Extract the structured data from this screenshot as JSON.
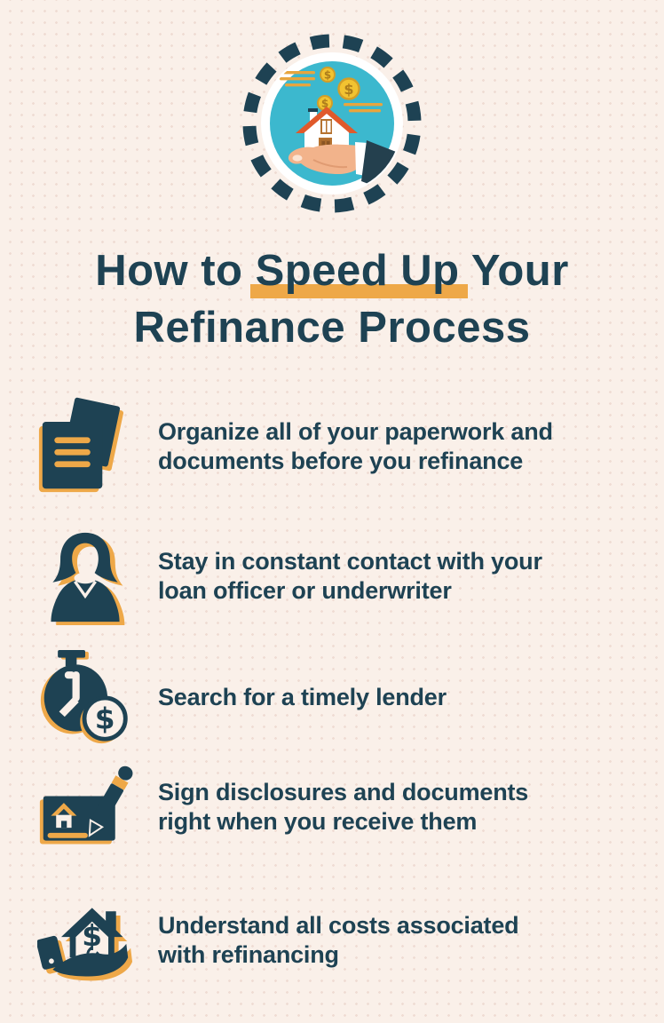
{
  "colors": {
    "navy": "#1E4253",
    "amber": "#EEA848",
    "teal": "#3CB8CE",
    "cream_background": "#FAF0E9",
    "roof_orange": "#E0592B",
    "coin_gold": "#F2C331"
  },
  "badge": {
    "icon": "house-in-hand-with-coins-icon"
  },
  "title": {
    "prefix": "How to ",
    "highlight": "Speed Up",
    "suffix": " Your",
    "line2": "Refinance Process"
  },
  "tips": [
    {
      "icon": "documents-icon",
      "lines": [
        "Organize all of your paperwork and",
        "documents before you refinance"
      ]
    },
    {
      "icon": "loan-officer-icon",
      "lines": [
        "Stay in constant contact with your",
        "loan officer or underwriter"
      ]
    },
    {
      "icon": "stopwatch-dollar-icon",
      "lines": [
        "Search for a timely lender"
      ]
    },
    {
      "icon": "sign-document-icon",
      "lines": [
        "Sign disclosures and documents",
        "right when you receive them"
      ]
    },
    {
      "icon": "house-cost-hand-icon",
      "lines": [
        "Understand all costs associated",
        "with refinancing"
      ]
    }
  ]
}
